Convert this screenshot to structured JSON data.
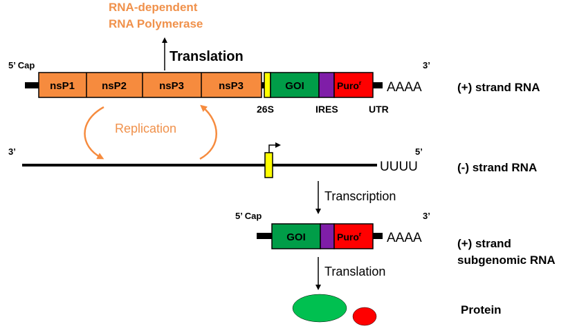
{
  "colors": {
    "orange": "#f68b3e",
    "orange_text": "#f0914b",
    "green": "#009d48",
    "purple": "#7f1ea8",
    "red": "#ff0000",
    "yellow": "#ffff00",
    "protein_green": "#00c050",
    "protein_red": "#ff0000",
    "black": "#000000"
  },
  "polymerase": {
    "line1": "RNA-dependent",
    "line2": "RNA Polymerase"
  },
  "plus_strand": {
    "cap": "5’ Cap",
    "end3": "3’",
    "nsp1": "nsP1",
    "nsp2": "nsP2",
    "nsp3a": "nsP3",
    "nsp3b": "nsP3",
    "goi": "GOI",
    "puro": "Puro",
    "puro_sup": "r",
    "polyA": "AAAA",
    "label_26s": "26S",
    "label_ires": "IRES",
    "label_utr": "UTR",
    "strand_label": "(+) strand RNA",
    "translation": "Translation"
  },
  "replication": "Replication",
  "minus_strand": {
    "end3": "3’",
    "end5": "5’",
    "polyU": "UUUU",
    "strand_label": "(-) strand RNA"
  },
  "transcription": "Transcription",
  "subgenomic": {
    "cap": "5’ Cap",
    "end3": "3’",
    "goi": "GOI",
    "puro": "Puro",
    "puro_sup": "r",
    "polyA": "AAAA",
    "strand_label_line1": "(+) strand",
    "strand_label_line2": "subgenomic RNA",
    "translation": "Translation"
  },
  "protein": "Protein"
}
